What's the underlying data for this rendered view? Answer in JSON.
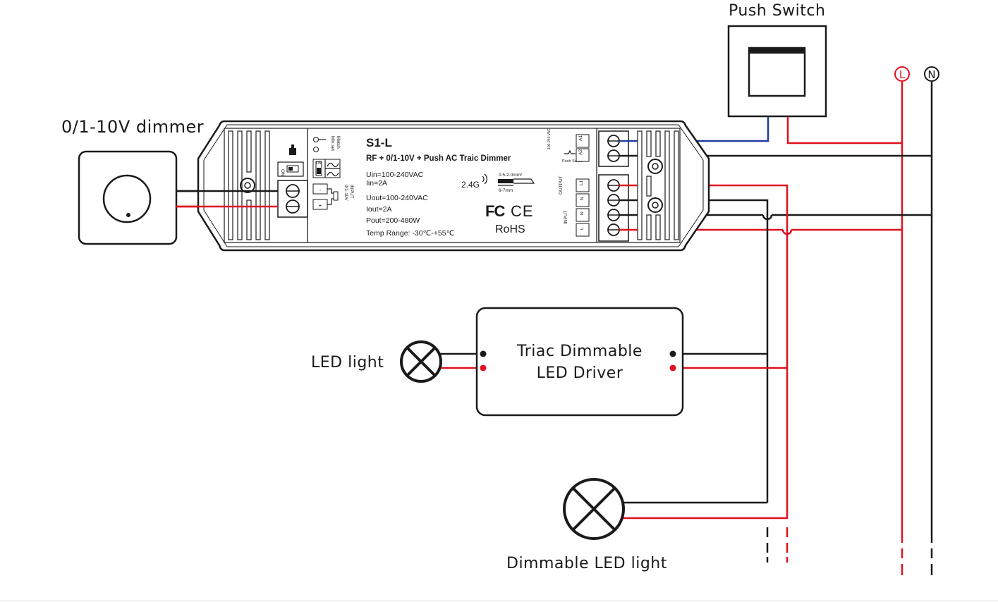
{
  "labels": {
    "push_switch": "Push Switch",
    "dimmer": "0/1-10V dimmer",
    "led_light": "LED light",
    "driver_line1": "Triac Dimmable",
    "driver_line2": "LED Driver",
    "dimmable_led_light": "Dimmable LED light",
    "live": "L",
    "neutral": "N"
  },
  "device": {
    "model": "S1-L",
    "subtitle": "RF + 0/1-10V + Push AC Traic Dimmer",
    "uin": "Uin=100-240VAC",
    "iin": "Iin=2A",
    "uout": "Uout=100-240VAC",
    "iout": "Iout=2A",
    "pout": "Pout=200-480W",
    "temp": "Temp Range: -30℃-+55℃",
    "rf": "2.4G",
    "wire_gauge": "0.5-2.0mm²",
    "strip_length": "6-7mm",
    "fc_mark": "FC",
    "ce_mark": "CE",
    "rohs": "RoHS",
    "match_label": "Match",
    "minset_label": "Min set",
    "on_label": "ON",
    "input_label": "INPUT",
    "input_range": "0/1-10V",
    "minus": "-",
    "plus": "+",
    "push_vac": "100-240 VAC",
    "push_label": "Push Switch",
    "a1": "A1",
    "a2": "A2",
    "output_label": "OUTPUT",
    "input2_label": "INPUT",
    "t_l1": "L1",
    "t_n_out": "N",
    "t_n_in": "N",
    "t_l": "L"
  },
  "colors": {
    "live_wire": "#e0101e",
    "neutral_wire": "#1a1a1a",
    "switch_wire": "#1f3fa0"
  }
}
